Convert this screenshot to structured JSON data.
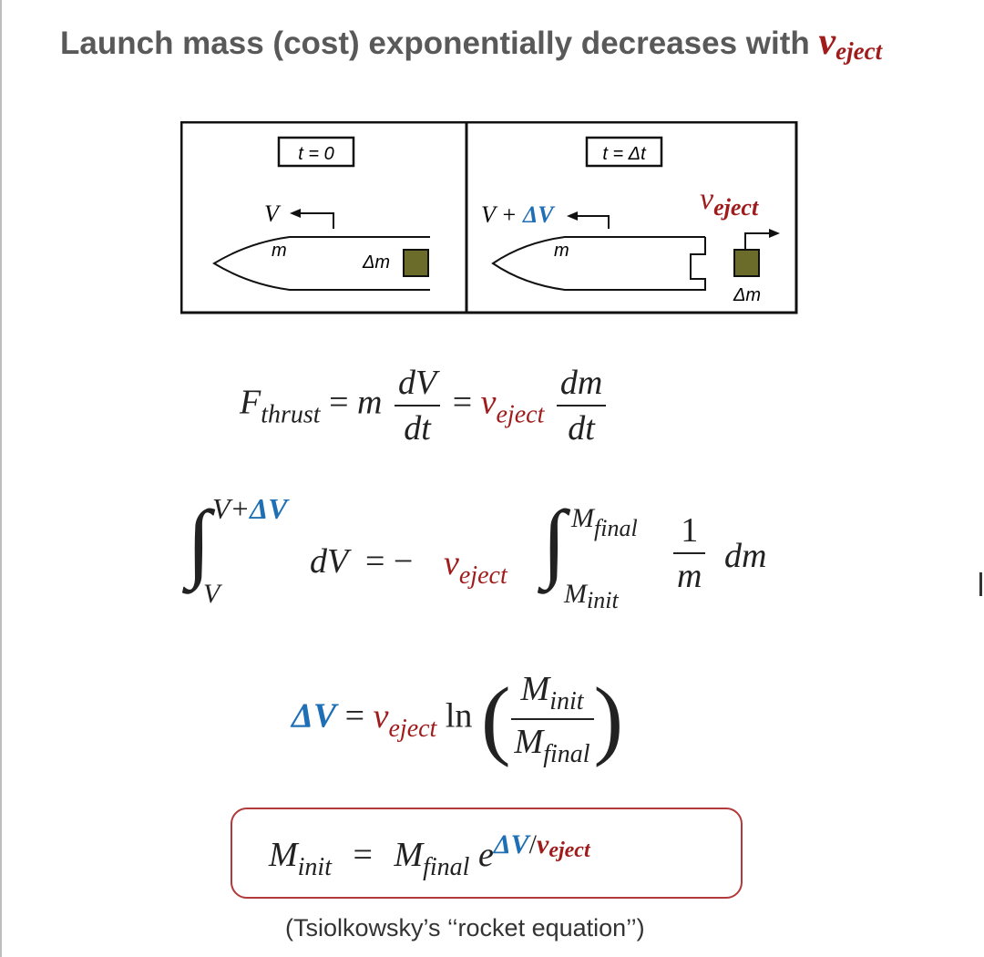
{
  "slide": {
    "title_text": "Launch mass (cost) exponentially decreases with ",
    "title_var": "v",
    "title_var_sub": "eject"
  },
  "diagram": {
    "left_panel": {
      "time_label": "t = 0",
      "velocity_label": "V",
      "mass_label": "m",
      "dm_label": "Δm"
    },
    "right_panel": {
      "time_label": "t = Δt",
      "velocity_label_base": "V + ",
      "velocity_label_delta": "ΔV",
      "mass_label": "m",
      "eject_label": "v",
      "eject_label_sub": "eject",
      "dm_label": "Δm"
    }
  },
  "equations": {
    "thrust": {
      "F": "F",
      "F_sub": "thrust",
      "eq1": "=",
      "m": "m",
      "dV": "dV",
      "dt": "dt",
      "eq2": "=",
      "v": "v",
      "v_sub": "eject",
      "dm": "dm",
      "dt2": "dt"
    },
    "integral": {
      "int_upper_base": "V+",
      "int_upper_delta": "ΔV",
      "int_lower": "V",
      "dV": "dV",
      "eq": "= −",
      "v": "v",
      "v_sub": "eject",
      "int2_upper": "M",
      "int2_upper_sub": "final",
      "int2_lower": "M",
      "int2_lower_sub": "init",
      "one": "1",
      "m": "m",
      "dm": "dm"
    },
    "delta_v": {
      "dv": "ΔV",
      "eq": "=",
      "v": "v",
      "v_sub": "eject",
      "ln": "ln",
      "num": "M",
      "num_sub": "init",
      "den": "M",
      "den_sub": "final"
    },
    "rocket": {
      "M1": "M",
      "M1_sub": "init",
      "eq": "=",
      "M2": "M",
      "M2_sub": "final",
      "e": "e",
      "exp_dv": "ΔV",
      "exp_slash": "/",
      "exp_v": "v",
      "exp_v_sub": "eject"
    }
  },
  "caption": "(Tsiolkowsky’s ‘‘rocket equation’’)",
  "colors": {
    "title_gray": "#595959",
    "eject_red": "#a01c1c",
    "delta_blue": "#1f6fb5",
    "mass_block": "#6b6b2a"
  }
}
